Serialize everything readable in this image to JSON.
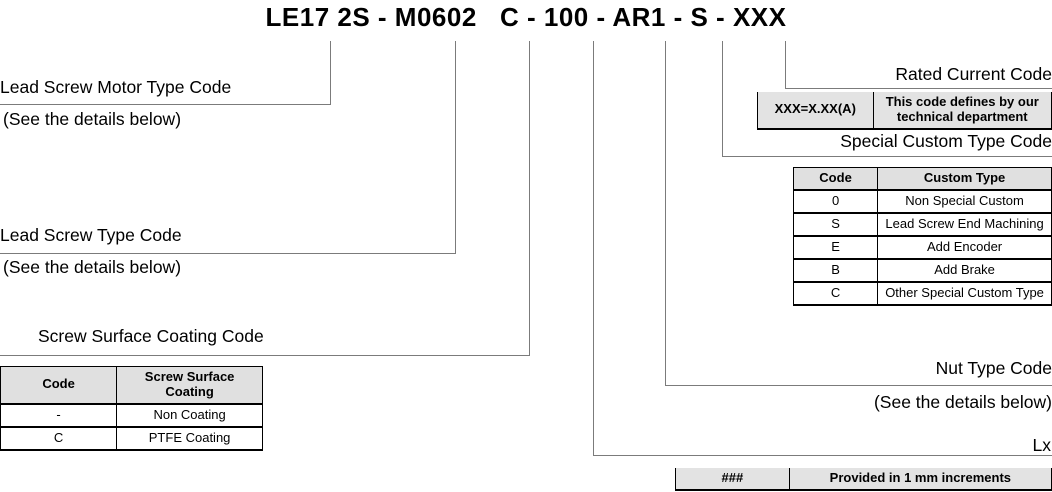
{
  "part_number": "LE17 2S - M0602   C - 100 - AR1 - S - XXX",
  "callouts": {
    "lead_screw_motor_type": "Lead Screw Motor Type Code",
    "lead_screw_motor_type_note": "(See the details below)",
    "lead_screw_type": "Lead Screw Type Code",
    "lead_screw_type_note": "(See the details below)",
    "screw_surface_coating": "Screw Surface Coating Code",
    "rated_current": "Rated Current Code",
    "special_custom_type": "Special Custom Type Code",
    "nut_type": "Nut Type Code",
    "nut_type_note": "(See the details below)",
    "lx": "Lx"
  },
  "coating_table": {
    "headers": [
      "Code",
      "Screw Surface Coating"
    ],
    "rows": [
      {
        "code": "-",
        "value": "Non Coating"
      },
      {
        "code": "C",
        "value": "PTFE Coating"
      }
    ]
  },
  "custom_type_table": {
    "headers": [
      "Code",
      "Custom Type"
    ],
    "rows": [
      {
        "code": "0",
        "value": "Non Special Custom"
      },
      {
        "code": "S",
        "value": "Lead Screw End Machining"
      },
      {
        "code": "E",
        "value": "Add Encoder"
      },
      {
        "code": "B",
        "value": "Add Brake"
      },
      {
        "code": "C",
        "value": "Other Special Custom Type"
      }
    ]
  },
  "rated_current_table": {
    "code": "XXX=X.XX(A)",
    "value": "This code defines by our technical department"
  },
  "lx_table": {
    "code": "###",
    "value": "Provided in 1 mm increments"
  },
  "colors": {
    "header_fill": "#e0e0e0",
    "grey_row_fill": "#e3e3e3",
    "leader_line": "#7b7b7b",
    "text": "#000000"
  }
}
